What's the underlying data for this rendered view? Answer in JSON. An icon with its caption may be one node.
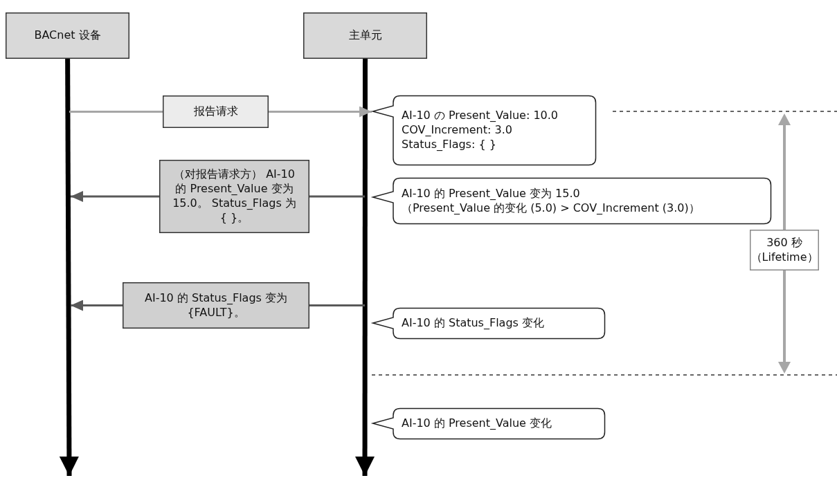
{
  "diagram": {
    "nodes": [
      {
        "text": [
          "BACnet 设备"
        ]
      },
      {
        "text": [
          "主单元"
        ]
      },
      {
        "text": [
          "报告请求"
        ]
      },
      {
        "text": [
          "AI-10 の Present_Value: 10.0",
          "COV_Increment: 3.0",
          "Status_Flags: { }"
        ]
      },
      {
        "text": [
          "（对报告请求方） AI-10 的 Present_Value 变为 15.0。 Status_Flags 为 { }。"
        ]
      },
      {
        "text": [
          "AI-10 的 Present_Value 变为 15.0",
          "（Present_Value 的变化 (5.0) > COV_Increment (3.0)）"
        ]
      },
      {
        "text": [
          "360 秒",
          "（Lifetime）"
        ]
      },
      {
        "text": [
          "AI-10 的 Status_Flags 变为 {FAULT}。"
        ]
      },
      {
        "text": [
          "AI-10 的 Status_Flags 变化"
        ]
      },
      {
        "text": [
          "AI-10 的 Present_Value 变化"
        ]
      }
    ],
    "edges": [
      {
        "from": 0,
        "to": null,
        "arrow": "to",
        "style": "thick",
        "color": "#000000"
      },
      {
        "from": 1,
        "to": null,
        "arrow": "to",
        "style": "thick",
        "color": "#000000"
      },
      {
        "from": null,
        "to": 2,
        "arrow": "none",
        "color": "#a6a6a6"
      },
      {
        "from": 2,
        "to": 3,
        "arrow": "to",
        "color": "#a6a6a6"
      },
      {
        "from": null,
        "to": 4,
        "arrow": "none",
        "color": "#595959"
      },
      {
        "from": 4,
        "to": null,
        "arrow": "to",
        "color": "#595959"
      },
      {
        "from": null,
        "to": 7,
        "arrow": "none",
        "color": "#595959"
      },
      {
        "from": 7,
        "to": null,
        "arrow": "to",
        "color": "#595959"
      }
    ]
  }
}
